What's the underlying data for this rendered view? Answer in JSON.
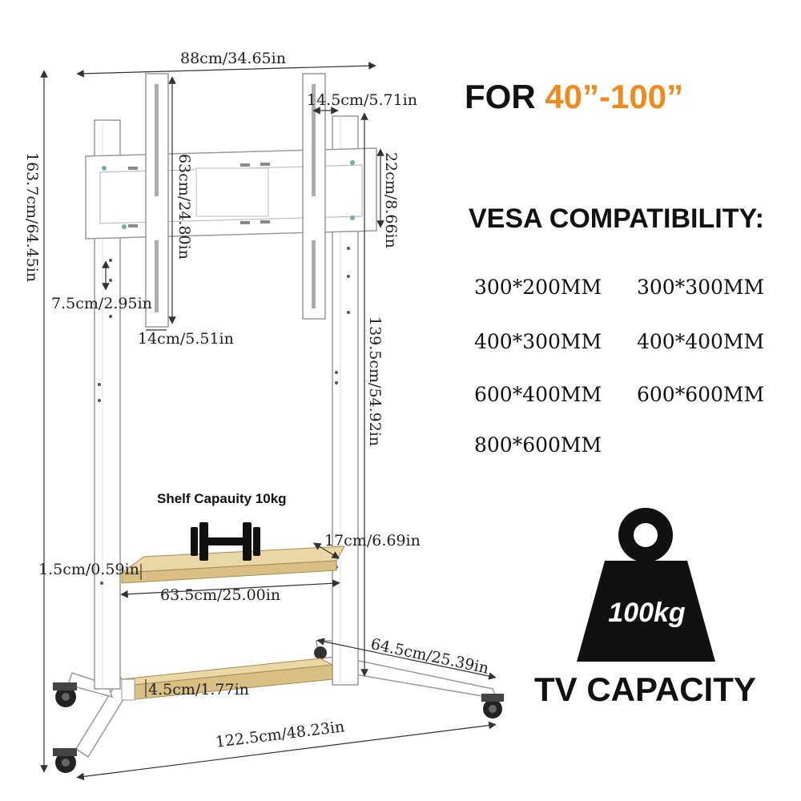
{
  "headline": {
    "prefix": "FOR ",
    "range": "40”-100”"
  },
  "vesa": {
    "title": "VESA COMPATIBILITY:",
    "sizes": [
      "300*200MM",
      "300*300MM",
      "400*300MM",
      "400*400MM",
      "600*400MM",
      "600*600MM",
      "800*600MM"
    ]
  },
  "capacity": {
    "weight": "100kg",
    "label": "TV CAPACITY"
  },
  "shelf": {
    "capacity_label": "Shelf Capauity 10kg"
  },
  "dimensions": {
    "bracket_width": "88cm/34.65in",
    "total_height": "163.7cm/64.45in",
    "rail_height": "63cm/24.80in",
    "rail_width": "14.5cm/5.71in",
    "plate_height": "22cm/8.66in",
    "hole_spacing": "7.5cm/2.95in",
    "rail_spacing": "14cm/5.51in",
    "column_height": "139.5cm/54.92in",
    "shelf_depth": "17cm/6.69in",
    "shelf_thickness": "1.5cm/0.59in",
    "shelf_width": "63.5cm/25.00in",
    "base_depth": "64.5cm/25.39in",
    "beam_height": "4.5cm/1.77in",
    "base_width": "122.5cm/48.23in"
  },
  "colors": {
    "accent": "#f08a1c",
    "frame": "#ffffff",
    "wood": "#e2c98f",
    "text": "#111111"
  }
}
